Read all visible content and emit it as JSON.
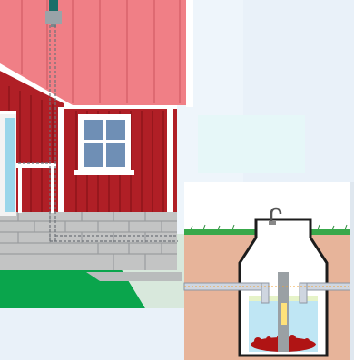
{
  "figure": {
    "caption_cropped": "",
    "colors": {
      "background": "#e9f1f9",
      "roof": "#f07f86",
      "wall": "#b01f26",
      "trim": "#ffffff",
      "foundation": "#bfc0c0",
      "grass": "#0aa54c",
      "soil": "#e7b49a",
      "tank_outer": "#ffffff",
      "water": "#bfe6f4",
      "sludge": "#b01414",
      "pipe": "#cfd6e0",
      "panel_light": "#e6f7f8"
    },
    "icons": [
      "house-illustration",
      "septic-tank-cross-section",
      "vent-pipe",
      "drain-pipe"
    ]
  }
}
